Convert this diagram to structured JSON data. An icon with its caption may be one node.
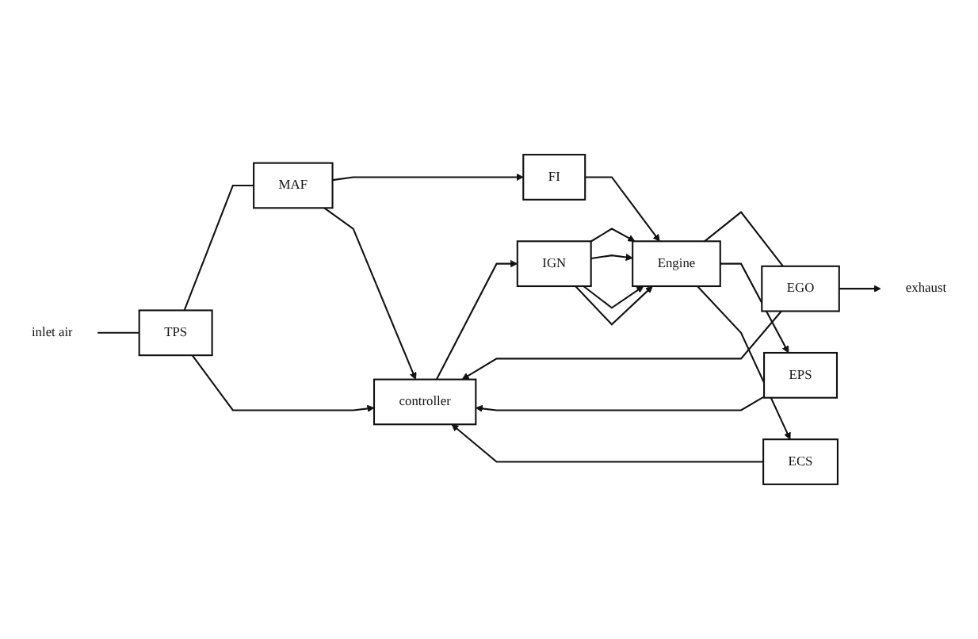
{
  "diagram": {
    "nodes": [
      {
        "text": [
          "controller"
        ]
      },
      {
        "text": [
          "IGN"
        ]
      },
      {
        "text": [
          "inlet air"
        ]
      },
      {
        "text": [
          "TPS"
        ]
      },
      {
        "text": [
          "MAF"
        ]
      },
      {
        "text": [
          "FI"
        ]
      },
      {
        "text": [
          "Engine"
        ]
      },
      {
        "text": [
          "EGO"
        ]
      },
      {
        "text": [
          "exhaust"
        ]
      },
      {
        "text": [
          "EPS"
        ]
      },
      {
        "text": [
          "ECS"
        ]
      }
    ],
    "edges": [
      {
        "from": 2,
        "to": 3,
        "arrow": "none"
      },
      {
        "from": 3,
        "to": 4,
        "arrow": "none"
      },
      {
        "from": 4,
        "to": 5,
        "arrow": "to"
      },
      {
        "from": 5,
        "to": 6,
        "arrow": "to"
      },
      {
        "from": 6,
        "to": 7,
        "arrow": "none"
      },
      {
        "from": 7,
        "to": 8,
        "arrow": "to"
      },
      {
        "from": 3,
        "to": 0,
        "arrow": "to"
      },
      {
        "from": 4,
        "to": 0,
        "arrow": "to"
      },
      {
        "from": 9,
        "to": 0,
        "arrow": "to"
      },
      {
        "from": 10,
        "to": 0,
        "arrow": "to"
      },
      {
        "from": 7,
        "to": 0,
        "arrow": "to"
      },
      {
        "from": 0,
        "to": 1,
        "arrow": "to"
      },
      {
        "from": 1,
        "to": 6,
        "arrow": "to"
      },
      {
        "from": 1,
        "to": 6,
        "arrow": "to"
      },
      {
        "from": 1,
        "to": 6,
        "arrow": "to"
      },
      {
        "from": 1,
        "to": 6,
        "arrow": "to"
      },
      {
        "from": 6,
        "to": 9,
        "arrow": "to"
      },
      {
        "from": 6,
        "to": 10,
        "arrow": "to"
      }
    ]
  }
}
